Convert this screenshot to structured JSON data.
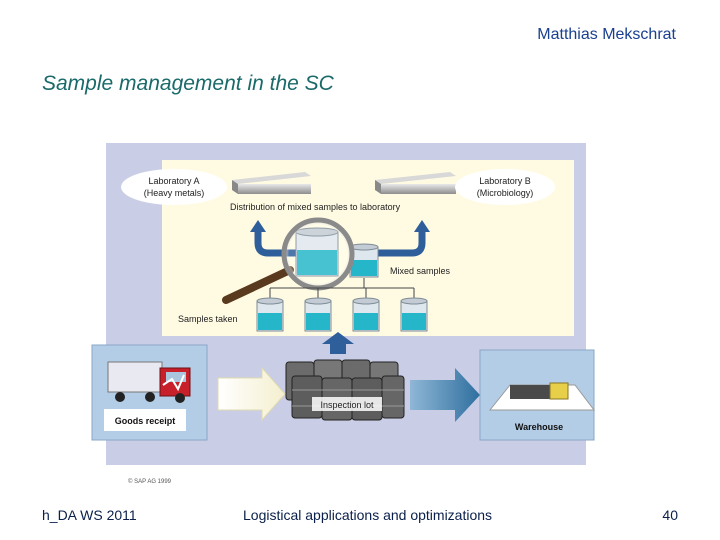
{
  "header": {
    "author": "Matthias Mekschrat",
    "title": "Sample management in the SC"
  },
  "diagram": {
    "lab_a_line1": "Laboratory A",
    "lab_a_line2": "(Heavy metals)",
    "lab_b_line1": "Laboratory B",
    "lab_b_line2": "(Microbiology)",
    "distribution": "Distribution of mixed samples to laboratory",
    "mixed_samples": "Mixed samples",
    "samples_taken": "Samples taken",
    "goods_receipt": "Goods receipt",
    "inspection_lot": "Inspection lot",
    "warehouse": "Warehouse",
    "copyright": "SAP AG 1999"
  },
  "footer": {
    "left": "h_DA  WS 2011",
    "center": "Logistical applications and optimizations",
    "page": "40"
  }
}
